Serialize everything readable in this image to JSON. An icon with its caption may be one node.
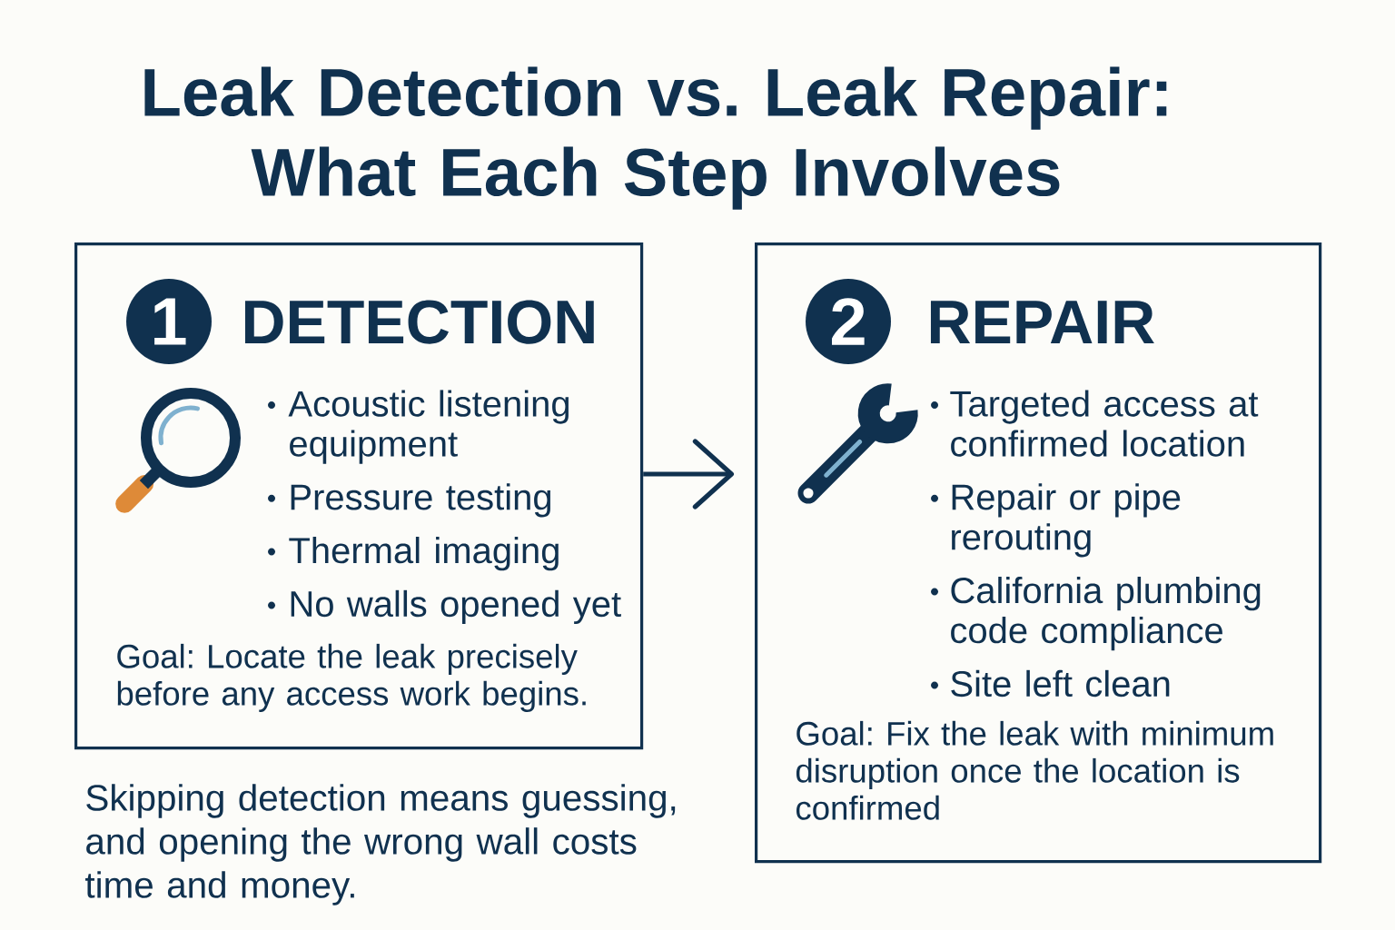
{
  "diagram": {
    "title": "Leak Detection vs. Leak Repair: What Each Step Involves",
    "nodes": [
      {
        "text": [
          "DETECTION",
          "Acoustic listening equipment",
          "Pressure testing",
          "Thermal imaging",
          "No walls opened yet",
          "Goal: Locate the leak precisely before any access work begins."
        ]
      },
      {
        "text": [
          "1"
        ],
        "in": 0
      },
      {
        "text": [
          "REPAIR",
          "Targeted access at confirmed location",
          "Repair or pipe rerouting",
          "California plumbing code compliance",
          "Site left clean",
          "Goal: Fix the leak with minimum disruption once the location is confirmed"
        ]
      },
      {
        "text": [
          "2"
        ],
        "in": 2
      }
    ],
    "edges": [
      {
        "from": 0,
        "to": 2,
        "arrow": "to"
      }
    ],
    "labels": [
      "Skipping detection means guessing, and opening the wrong wall costs time and money."
    ]
  }
}
